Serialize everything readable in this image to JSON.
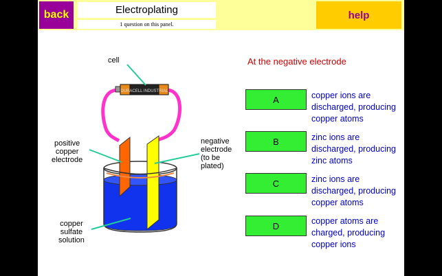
{
  "header": {
    "back_label": "back",
    "title": "Electroplating",
    "subtitle": "1 question on this panel.",
    "help_label": "help"
  },
  "diagram": {
    "labels": {
      "cell": "cell",
      "positive_electrode": "positive\ncopper\nelectrode",
      "negative_electrode": "negative\nelectrode\n(to be\nplated)",
      "solution": "copper\nsulfate\nsolution"
    },
    "battery_text": "DURACELL INDUSTRIAL"
  },
  "question": {
    "heading": "At the negative electrode",
    "options": [
      {
        "letter": "A",
        "text": "copper ions are discharged, producing copper atoms"
      },
      {
        "letter": "B",
        "text": "zinc ions are discharged, producing zinc atoms"
      },
      {
        "letter": "C",
        "text": "zinc ions are discharged, producing copper atoms"
      },
      {
        "letter": "D",
        "text": "copper atoms are charged, producing copper ions"
      }
    ]
  },
  "colors": {
    "frame": "#000000",
    "top_bar": "#ffff99",
    "back_button": "#990099",
    "back_text": "#ffff00",
    "help_button": "#ffcc00",
    "help_text": "#990099",
    "heading": "#cc0000",
    "option_button": "#33ee33",
    "option_text": "#0000cc",
    "wire": "#ff33cc",
    "positive_electrode": "#ff6600",
    "negative_electrode": "#ffff00",
    "solution": "#1133ee"
  }
}
